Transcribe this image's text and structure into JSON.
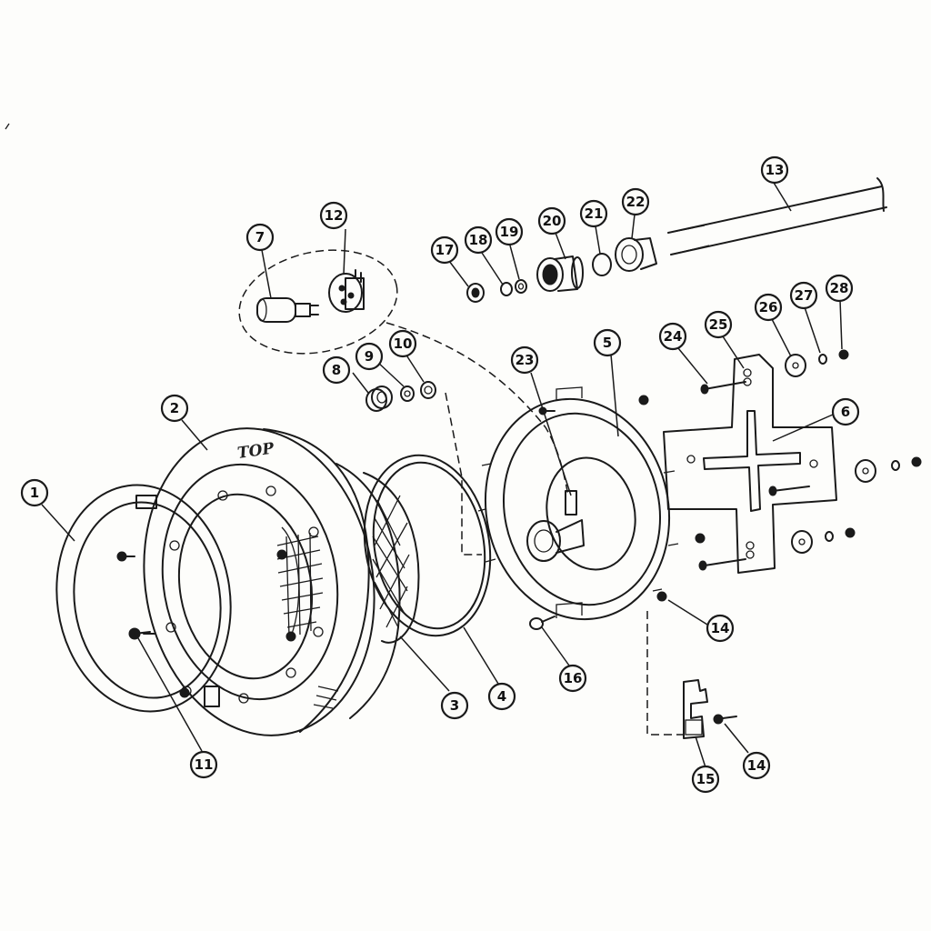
{
  "diagram": {
    "embossed_text": "TOP",
    "callouts": [
      {
        "number": "1"
      },
      {
        "number": "2"
      },
      {
        "number": "3"
      },
      {
        "number": "4"
      },
      {
        "number": "5"
      },
      {
        "number": "6"
      },
      {
        "number": "7"
      },
      {
        "number": "8"
      },
      {
        "number": "9"
      },
      {
        "number": "10"
      },
      {
        "number": "11"
      },
      {
        "number": "12"
      },
      {
        "number": "13"
      },
      {
        "number": "14"
      },
      {
        "number": "14"
      },
      {
        "number": "15"
      },
      {
        "number": "16"
      },
      {
        "number": "17"
      },
      {
        "number": "18"
      },
      {
        "number": "19"
      },
      {
        "number": "20"
      },
      {
        "number": "21"
      },
      {
        "number": "22"
      },
      {
        "number": "23"
      },
      {
        "number": "24"
      },
      {
        "number": "25"
      },
      {
        "number": "26"
      },
      {
        "number": "27"
      },
      {
        "number": "28"
      }
    ]
  }
}
